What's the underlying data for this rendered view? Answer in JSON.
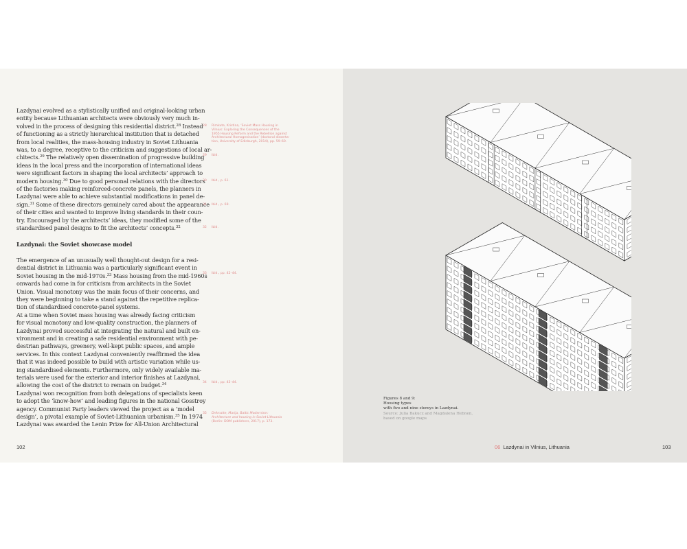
{
  "left_page": {
    "body": {
      "para1": [
        {
          "text": "Lazdynai evolved as a stylistically unified and original-looking urban"
        },
        {
          "text": "entity because Lithuanian architects were obviously very much in-"
        },
        {
          "text": "volved in the process of designing this residential district.",
          "sup": "28",
          "after": " Instead"
        },
        {
          "text": "of functioning as a strictly hierarchical institution that is detached"
        },
        {
          "text": "from local realities, the mass-housing industry in Soviet Lithuania"
        },
        {
          "text": "was, to a degree, receptive to the criticism and suggestions of local ar-"
        },
        {
          "text": "chitects.",
          "sup": "29",
          "after": " The relatively open dissemination of progressive building"
        },
        {
          "text": "ideas in the local press and the incorporation of international ideas"
        },
        {
          "text": "were significant factors in shaping the local architects’ approach to"
        },
        {
          "text": "modern housing.",
          "sup": "30",
          "after": " Due to good personal relations with the directors"
        },
        {
          "text": "of the factories making reinforced-concrete panels, the planners in"
        },
        {
          "text": "Lazdynai were able to achieve substantial modifications in panel de-"
        },
        {
          "text": "sign.",
          "sup": "31",
          "after": " Some of these directors genuinely cared about the appearance"
        },
        {
          "text": "of their cities and wanted to improve living standards in their coun-"
        },
        {
          "text": "try. Encouraged by the architects’ ideas, they modified some of the"
        },
        {
          "text": "standardised panel designs to fit the architects’ concepts.",
          "sup": "32",
          "after": ""
        }
      ],
      "heading": "Lazdynai: the Soviet showcase model",
      "para2": [
        {
          "text": "The emergence of an unusually well thought-out design for a resi-"
        },
        {
          "text": "dential district in Lithuania was a particularly significant event in"
        },
        {
          "text": "Soviet housing in the mid-1970s.",
          "sup": "33",
          "after": " Mass housing from the mid-1960s"
        },
        {
          "text": "onwards had come in for criticism from architects in the Soviet"
        },
        {
          "text": "Union. Visual monotony was the main focus of their concerns, and"
        },
        {
          "text": "they were beginning to take a stand against the repetitive replica-"
        },
        {
          "text": "tion of standardised concrete-panel systems."
        }
      ],
      "para3": [
        {
          "text": "At a time when Soviet mass housing was already facing criticism"
        },
        {
          "text": "for visual monotony and low-quality construction, the planners of"
        },
        {
          "text": "Lazdynai proved successful at integrating the natural and built en-"
        },
        {
          "text": "vironment and in creating a safe residential environment with pe-"
        },
        {
          "text": "destrian pathways, greenery, well-kept public spaces, and ample"
        },
        {
          "text": "services. In this context Lazdynai conveniently reaffirmed the idea"
        },
        {
          "text": "that it was indeed possible to build with artistic variation while us-"
        },
        {
          "text": "ing standardised elements. Furthermore, only widely available ma-"
        },
        {
          "text": "terials were used for the exterior and interior finishes at Lazdynai,"
        },
        {
          "text": "allowing the cost of the district to remain on budget.",
          "sup": "34",
          "after": ""
        }
      ],
      "para4": [
        {
          "text": "Lazdynai won recognition from both delegations of specialists keen"
        },
        {
          "text": "to adopt the ‘know-how’ and leading figures in the national Gosstroy"
        },
        {
          "text": "agency. Communist Party leaders viewed the project as a ‘model"
        },
        {
          "text": "design’, a pivotal example of Soviet-Lithuanian urbanism.",
          "sup": "35",
          "after": " In 1974"
        },
        {
          "text": "Lazdynai was awarded the Lenin Prize for All-Union Architectural"
        }
      ]
    },
    "footnotes": [
      {
        "num": "28",
        "lines": [
          "Rimkute, Kristina, ‘Soviet Mass Housing in",
          "Vilnius: Exploring the Consequences of the",
          "1955 Housing Reform and the Rebellion against",
          "Architectural Homogenisation’ (doctoral disserta-",
          "tion, University of Edinburgh, 2014), pp. 59–60."
        ]
      },
      {
        "num": "29",
        "lines": [
          "Ibid."
        ]
      },
      {
        "num": "30",
        "lines": [
          "Ibid., p. 61."
        ]
      },
      {
        "num": "31",
        "lines": [
          "Ibid., p. 69."
        ]
      },
      {
        "num": "32",
        "lines": [
          "Ibid."
        ]
      },
      {
        "num": "33",
        "lines": [
          "Ibid., pp. 42–44."
        ]
      },
      {
        "num": "34",
        "lines": [
          "Ibid., pp. 43–44."
        ]
      },
      {
        "num": "35",
        "lines": [
          "Drémaite, Marija, Baltic Modernism:",
          "Architecture and housing in Soviet Lithuania",
          "(Berlin: DOM publishers, 2017), p. 173."
        ]
      }
    ],
    "page_number": "102"
  },
  "right_page": {
    "caption": {
      "title": "Figures 8 and 9:",
      "line2": "Housing types",
      "line3": "with five and nine storeys in Lazdynai.",
      "source1": "Source: Julia Bakucz and Magdalena Hebnen,",
      "source2": "based on google maps"
    },
    "running_head": {
      "chapter": "06",
      "title": "Lazdynai in Vilnius, Lithuania"
    },
    "page_number": "103"
  },
  "colors": {
    "footnote": "#e08a8a",
    "chapter_accent": "#e07a7a",
    "left_bg": "#f6f5f1",
    "right_bg": "#e5e4e1"
  }
}
